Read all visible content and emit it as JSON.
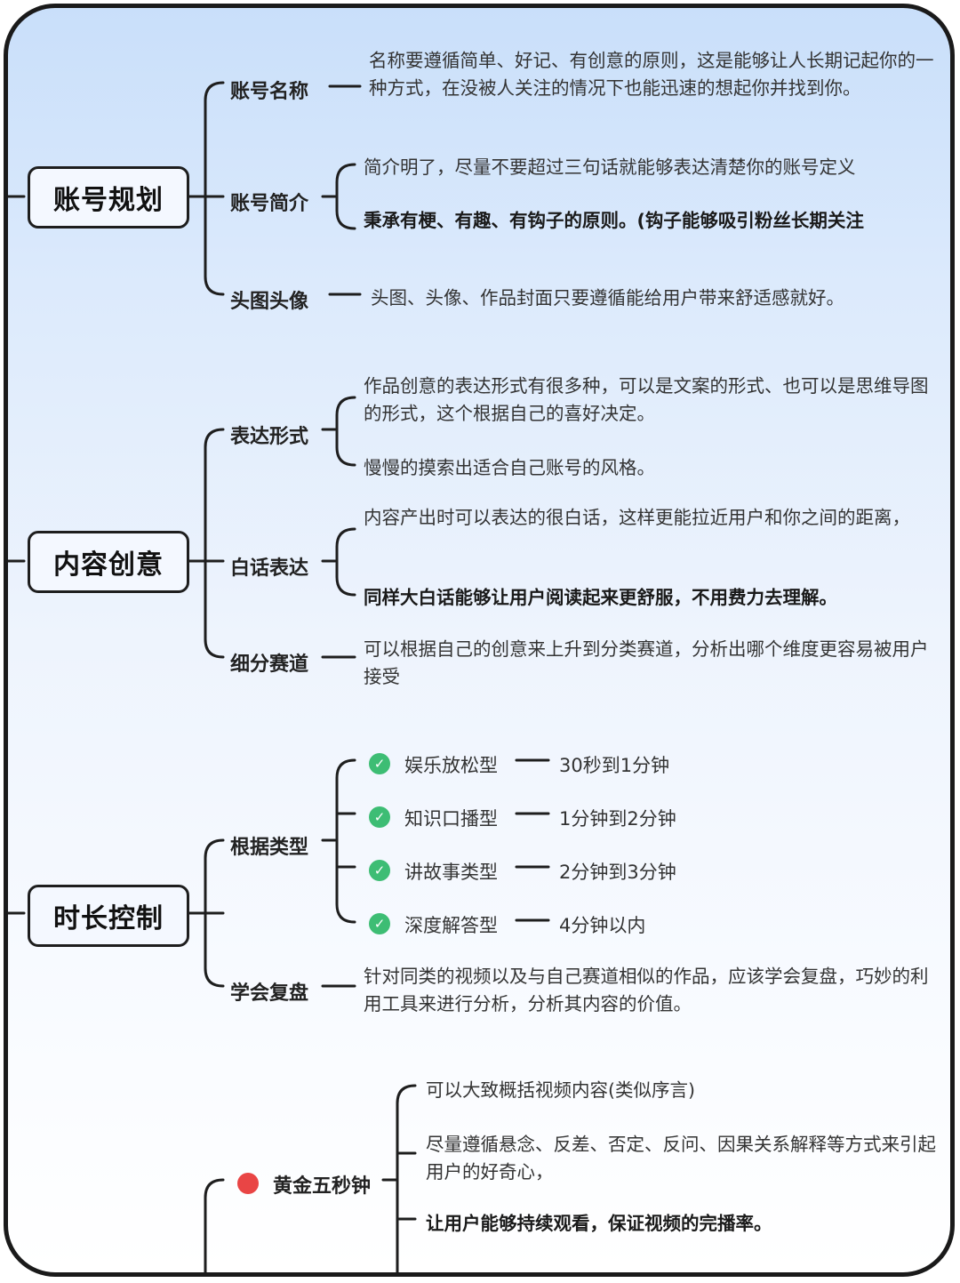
{
  "sections": [
    {
      "title": "账号规划",
      "branches": [
        {
          "label": "账号名称",
          "leaves": [
            "名称要遵循简单、好记、有创意的原则，这是能够让人长期记起你的一种方式，在没被人关注的情况下也能迅速的想起你并找到你。"
          ]
        },
        {
          "label": "账号简介",
          "leaves": [
            "简介明了，尽量不要超过三句话就能够表达清楚你的账号定义",
            "秉承有梗、有趣、有钩子的原则。(钩子能够吸引粉丝长期关注"
          ]
        },
        {
          "label": "头图头像",
          "leaves": [
            "头图、头像、作品封面只要遵循能给用户带来舒适感就好。"
          ]
        }
      ]
    },
    {
      "title": "内容创意",
      "branches": [
        {
          "label": "表达形式",
          "leaves": [
            "作品创意的表达形式有很多种，可以是文案的形式、也可以是思维导图的形式，这个根据自己的喜好决定。",
            "慢慢的摸索出适合自己账号的风格。"
          ]
        },
        {
          "label": "白话表达",
          "leaves": [
            "内容产出时可以表达的很白话，这样更能拉近用户和你之间的距离，",
            "同样大白话能够让用户阅读起来更舒服，不用费力去理解。"
          ]
        },
        {
          "label": "细分赛道",
          "leaves": [
            "可以根据自己的创意来上升到分类赛道，分析出哪个维度更容易被用户接受"
          ]
        }
      ]
    },
    {
      "title": "时长控制",
      "branches": [
        {
          "label": "根据类型",
          "items": [
            {
              "type": "娱乐放松型",
              "duration": "30秒到1分钟"
            },
            {
              "type": "知识口播型",
              "duration": "1分钟到2分钟"
            },
            {
              "type": "讲故事类型",
              "duration": "2分钟到3分钟"
            },
            {
              "type": "深度解答型",
              "duration": "4分钟以内"
            }
          ]
        },
        {
          "label": "学会复盘",
          "leaves": [
            "针对同类的视频以及与自己赛道相似的作品，应该学会复盘，巧妙的利用工具来进行分析，分析其内容的价值。"
          ]
        }
      ]
    },
    {
      "branches": [
        {
          "label": "黄金五秒钟",
          "leaves": [
            "可以大致概括视频内容(类似序言)",
            "尽量遵循悬念、反差、否定、反问、因果关系解释等方式来引起用户的好奇心，",
            "让用户能够持续观看，保证视频的完播率。"
          ]
        }
      ]
    }
  ],
  "colors": {
    "line": "#1e1e1e",
    "check": "#3dbd74",
    "dot": "#e94545"
  }
}
